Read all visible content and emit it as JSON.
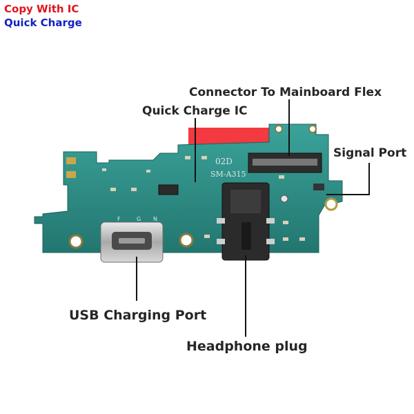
{
  "badge": {
    "line1": "Copy With IC",
    "line2": "Quick Charge",
    "line1_color": "#e0141c",
    "line2_color": "#1221c4"
  },
  "board": {
    "marking_top": "02D",
    "marking_bottom": "SM-A315",
    "usb_pin_labels": [
      "F",
      "G",
      "N"
    ],
    "pcb_color": "#2f8f86",
    "flex_color": "#f23a40"
  },
  "callouts": {
    "connector": "Connector To Mainboard Flex",
    "quick_charge_ic": "Quick Charge IC",
    "signal_port": "Signal Port",
    "usb_port": "USB Charging Port",
    "headphone": "Headphone plug"
  }
}
